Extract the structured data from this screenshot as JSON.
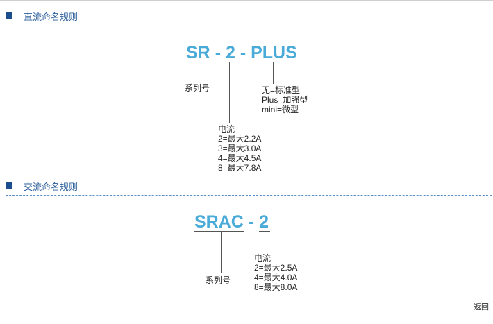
{
  "dc": {
    "section_title": "直流命名规则",
    "code_series": "SR",
    "code_current": "2",
    "code_type": "PLUS",
    "separator": "-",
    "series_label": "系列号",
    "current_title": "电流",
    "current_options": [
      "2=最大2.2A",
      "3=最大3.0A",
      "4=最大4.5A",
      "8=最大7.8A"
    ],
    "type_options": [
      "无=标准型",
      "Plus=加强型",
      "mini=微型"
    ]
  },
  "ac": {
    "section_title": "交流命名规则",
    "code_series": "SRAC",
    "code_current": "2",
    "separator": "-",
    "series_label": "系列号",
    "current_title": "电流",
    "current_options": [
      "2=最大2.5A",
      "4=最大4.0A",
      "8=最大8.0A"
    ]
  },
  "footer": {
    "back_label": "返回"
  },
  "colors": {
    "accent": "#4aabd8",
    "section_title": "#2d5f9a",
    "bullet": "#1c4d8c"
  }
}
